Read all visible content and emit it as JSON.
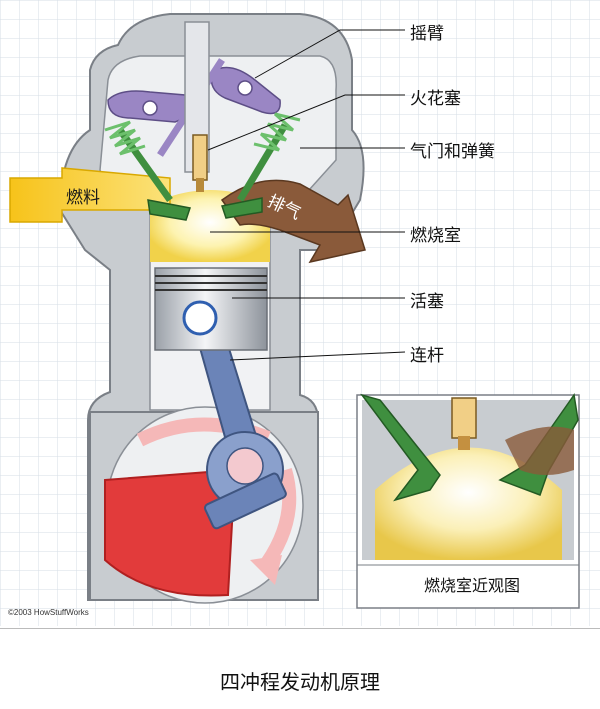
{
  "labels": {
    "rocker_arm": "摇臂",
    "spark_plug": "火花塞",
    "valve_spring": "气门和弹簧",
    "combustion_chamber": "燃烧室",
    "piston": "活塞",
    "connecting_rod": "连杆"
  },
  "flows": {
    "fuel": "燃料",
    "exhaust": "排气"
  },
  "inset": {
    "label": "燃烧室近观图"
  },
  "credit": "©2003 HowStuffWorks",
  "caption": "四冲程发动机原理",
  "colors": {
    "engine_block": "#c8ccd0",
    "block_outline": "#7a7f86",
    "fuel": "#f5c518",
    "exhaust": "#8a5a3a",
    "valve_green": "#3f8f3f",
    "rocker_purple": "#9a86c4",
    "crank_red": "#e23b3b",
    "rod_blue": "#6b84b8",
    "grid": "#d6dde6"
  }
}
